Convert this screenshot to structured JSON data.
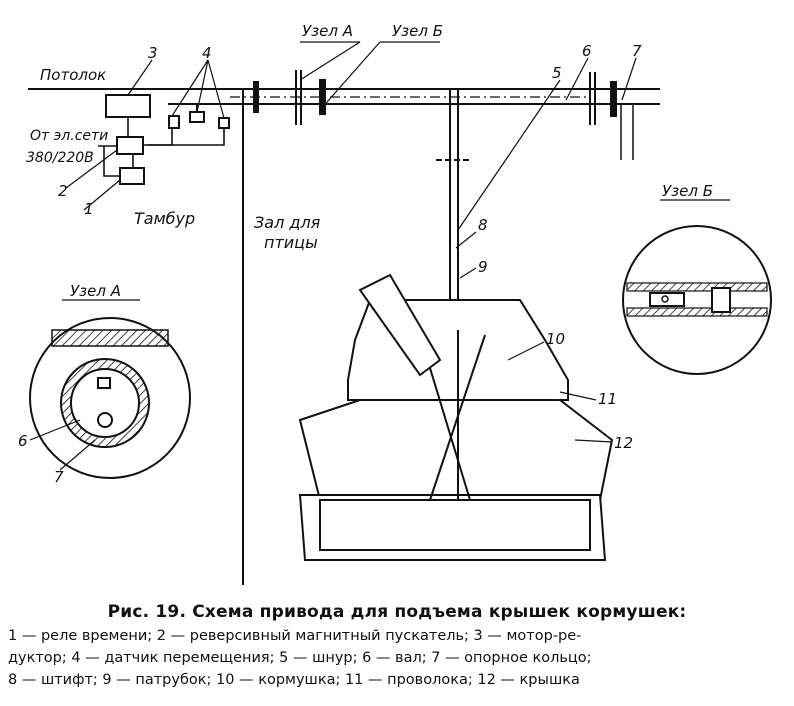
{
  "labels": {
    "ceiling": "Потолок",
    "from_network": "От эл.сети",
    "voltage": "380/220В",
    "vestibule": "Тамбур",
    "hall_line1": "Зал для",
    "hall_line2": "птицы",
    "node_a_top": "Узел А",
    "node_b_top": "Узел Б",
    "node_a_detail": "Узел А",
    "node_b_detail": "Узел Б"
  },
  "callouts": [
    "1",
    "2",
    "3",
    "4",
    "5",
    "6",
    "7",
    "8",
    "9",
    "10",
    "11",
    "12"
  ],
  "caption": {
    "title": "Рис. 19. Схема привода для подъема крышек кормушек:",
    "line1": "1 — реле времени; 2 — реверсивный магнитный пускатель; 3 — мотор-ре-",
    "line2": "дуктор; 4 — датчик перемещения; 5 — шнур; 6 — вал; 7 — опорное кольцо;",
    "line3": "8 — штифт; 9 — патрубок; 10 — кормушка; 11 — проволока; 12 — крышка"
  }
}
